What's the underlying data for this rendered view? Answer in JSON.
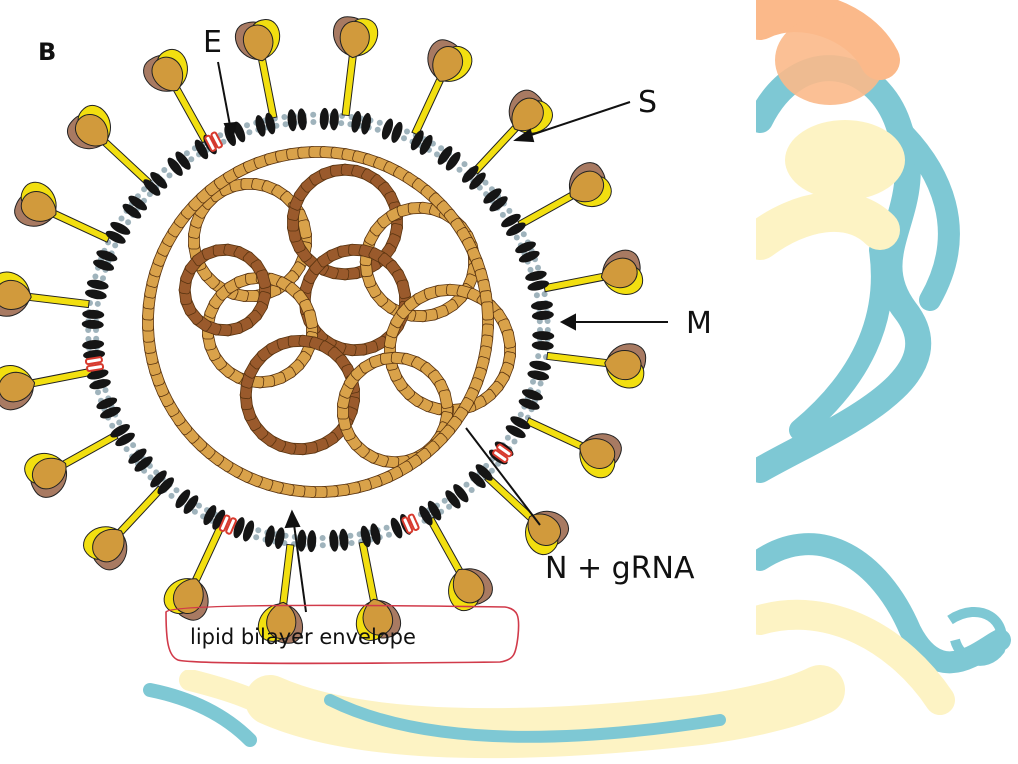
{
  "panel_letter": "B",
  "labels": {
    "envelope_protein": "E",
    "spike": "S",
    "membrane_protein": "M",
    "nucleocapsid": "N + gRNA",
    "envelope": "lipid bilayer envelope"
  },
  "colors": {
    "watermark_cyan": "#7ec8d4",
    "watermark_yellow": "#fdf3c4",
    "watermark_orange": "#fbb98a",
    "spike_yellow": "#f2df10",
    "spike_tan": "#d19a3c",
    "spike_brown": "#a87a62",
    "ring_light": "#d9a24a",
    "ring_dark": "#9a5a2c",
    "m_protein": "#151515",
    "e_protein": "#d83a2e",
    "bilayer": "#9fb3bc",
    "annotation_box": "#d13a4a"
  }
}
